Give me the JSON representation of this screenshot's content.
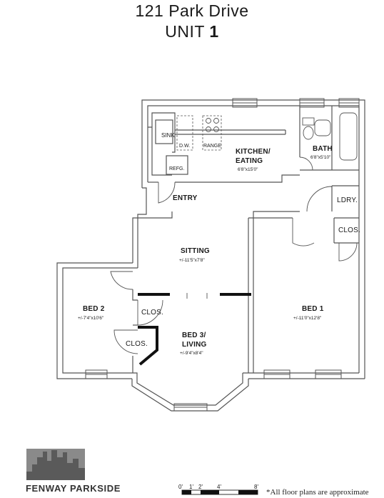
{
  "header": {
    "address": "121 Park Drive",
    "unit_prefix": "UNIT ",
    "unit_number": "1"
  },
  "rooms": {
    "kitchen": {
      "name_line1": "KITCHEN/",
      "name_line2": "EATING",
      "dim": "6'8\"x15'0\""
    },
    "bath": {
      "name": "BATH",
      "dim": "6'8\"x5'10\""
    },
    "ldry": "LDRY.",
    "clos_bath": "CLOS.",
    "entry": "ENTRY",
    "sitting": {
      "name": "SITTING",
      "dim": "+/-11'5\"x7'8\""
    },
    "bed2": {
      "name": "BED 2",
      "dim": "+/-7'4\"x10'6\""
    },
    "bed1": {
      "name": "BED 1",
      "dim": "+/-11'0\"x12'8\""
    },
    "bed3": {
      "name_line1": "BED 3/",
      "name_line2": "LIVING",
      "dim": "+/-9'4\"x8'4\""
    },
    "clos_upper": "CLOS.",
    "clos_lower": "CLOS."
  },
  "fixtures": {
    "sink": "SINK",
    "dw": "D.W.",
    "range": "RANGE",
    "refg": "REFG."
  },
  "scale": {
    "ticks": [
      "0'",
      "1'",
      "2'",
      "4'",
      "8'"
    ]
  },
  "footer": {
    "brand": "FENWAY PARKSIDE",
    "note": "*All floor plans are approximate"
  }
}
